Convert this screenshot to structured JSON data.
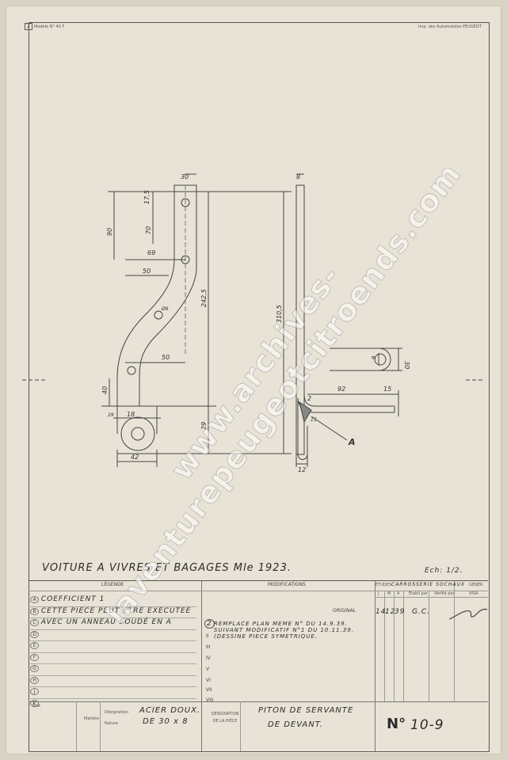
{
  "header": {
    "sheet_number": "2",
    "format_code": "Modèle N° 40 F",
    "publisher_note": "Imp. des Automobiles PEUGEOT"
  },
  "drawing": {
    "dims": {
      "d30": "30",
      "d8": "8",
      "d17_5": "17,5",
      "d90": "90",
      "d70": "70",
      "d69": "69",
      "d50a": "50",
      "r9a": "Ø9",
      "d242_5": "242,5",
      "d310_5": "310,5",
      "d50b": "50",
      "d40": "40",
      "d29": "29",
      "d18": "18",
      "d29b": "29",
      "d42": "42",
      "d12": "12",
      "d9": "9",
      "d30b": "30",
      "d92": "92",
      "d15": "15",
      "d2": "2",
      "d15b": "15",
      "marker_a": "A"
    }
  },
  "title_line": {
    "title": "VOITURE A VIVRES ET BAGAGES Mle 1923.",
    "scale": "Ech: 1/2."
  },
  "legend": {
    "header": "LÉGENDE",
    "rows": [
      {
        "letter": "A",
        "text": "COEFFICIENT 1"
      },
      {
        "letter": "B",
        "text": "CETTE PIECE PEUT ETRE EXECUTEE"
      },
      {
        "letter": "C",
        "text": "AVEC UN ANNEAU SOUDÉ EN A"
      },
      {
        "letter": "D",
        "text": ""
      },
      {
        "letter": "E",
        "text": ""
      },
      {
        "letter": "F",
        "text": ""
      },
      {
        "letter": "G",
        "text": ""
      },
      {
        "letter": "H",
        "text": ""
      },
      {
        "letter": "J",
        "text": ""
      },
      {
        "letter": "K",
        "text": ""
      }
    ]
  },
  "modifications": {
    "header": "MODIFICATIONS",
    "original_label": "ORIGINAL",
    "entries": [
      {
        "num": "2",
        "text": "REMPLACE PLAN MEME N° DU 14.9.39."
      },
      {
        "num": "",
        "text": "SUIVANT MODIFICATIF N°1 DU 10.11.39."
      },
      {
        "num": "",
        "text": "(DESSINE PIECE SYMETRIQUE."
      }
    ],
    "roman": [
      "II",
      "III",
      "IV",
      "V",
      "VI",
      "VII",
      "VIII"
    ]
  },
  "studies": {
    "header_etudes": "ÉTUDES",
    "header_dept": "CARROSSERIE SOCHAUX",
    "header_gener": "GÉNÉR.",
    "col_j": "J",
    "col_m": "M",
    "col_a": "A",
    "col_etabli": "Établi par",
    "col_verifie": "Vérifié par",
    "col_visa": "VISA",
    "day": "14",
    "month": "12",
    "year": "39",
    "initials": "G.C."
  },
  "part": {
    "etat_label": "État",
    "matiere_label": "Matière",
    "designation_label": "Désignation",
    "nature_label": "Nature",
    "material_line1": "ACIER DOUX.",
    "material_line2": "DE 30 x 8",
    "designation_piece_label": "DÉSIGNATION DE LA PIÈCE",
    "piece_line1": "PITON DE SERVANTE",
    "piece_line2": "DE DEVANT.",
    "number_label": "N°",
    "number_value": "10-9"
  },
  "watermark": "www.archives-laventurepeugeotcitroends.com"
}
